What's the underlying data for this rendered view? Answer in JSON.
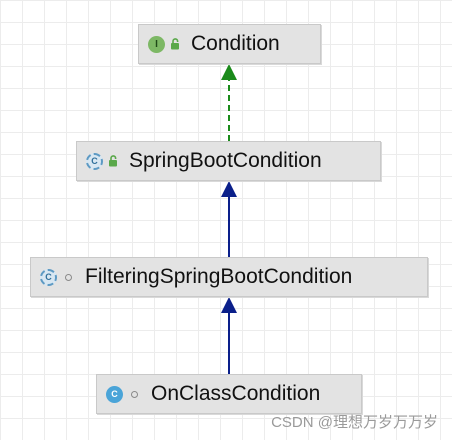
{
  "diagram": {
    "nodes": [
      {
        "id": "condition",
        "label": "Condition",
        "kind": "interface",
        "badge": "I",
        "visibility": "public"
      },
      {
        "id": "springbootcondition",
        "label": "SpringBootCondition",
        "kind": "abstract-class",
        "badge": "C",
        "visibility": "public"
      },
      {
        "id": "filteringspringbootcondition",
        "label": "FilteringSpringBootCondition",
        "kind": "abstract-class",
        "badge": "C",
        "visibility": "package-private"
      },
      {
        "id": "onclasscondition",
        "label": "OnClassCondition",
        "kind": "class",
        "badge": "C",
        "visibility": "package-private"
      }
    ],
    "edges": [
      {
        "from": "springbootcondition",
        "to": "condition",
        "type": "implements",
        "color": "#1a8a1a",
        "style": "dashed"
      },
      {
        "from": "filteringspringbootcondition",
        "to": "springbootcondition",
        "type": "extends",
        "color": "#0a1f8a",
        "style": "solid"
      },
      {
        "from": "onclasscondition",
        "to": "filteringspringbootcondition",
        "type": "extends",
        "color": "#0a1f8a",
        "style": "solid"
      }
    ]
  },
  "watermark": "CSDN @理想万岁万万岁"
}
